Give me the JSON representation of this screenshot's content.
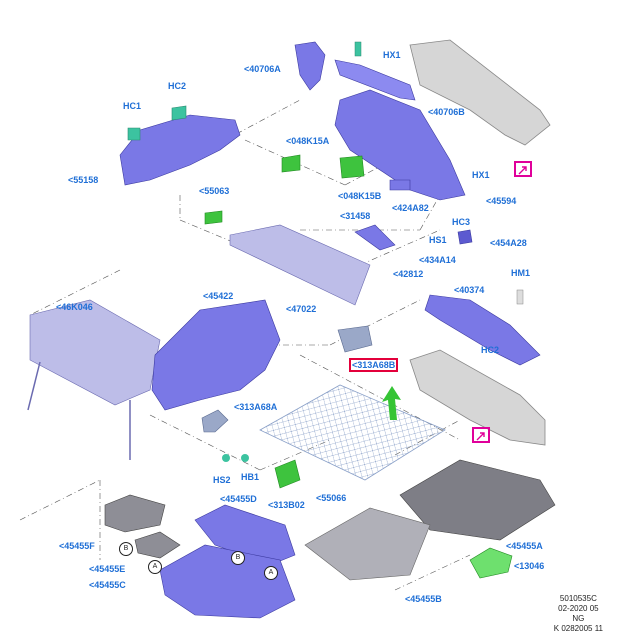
{
  "labels": {
    "l40706a": "<40706A",
    "hx1_top": "HX1",
    "l40706b": "<40706B",
    "hc2_top": "HC2",
    "hc1": "HC1",
    "l048k15a": "<048K15A",
    "l55158": "<55158",
    "l048k15b": "<048K15B",
    "hx1_right": "HX1",
    "l45594": "<45594",
    "l55063": "<55063",
    "l424a82": "<424A82",
    "l31458": "<31458",
    "hc3": "HC3",
    "hs1": "HS1",
    "l454a28": "<454A28",
    "l434a14": "<434A14",
    "l42812": "<42812",
    "hm1": "HM1",
    "l46k046": "<46K046",
    "l45422": "<45422",
    "l40374": "<40374",
    "l47022": "<47022",
    "hc2_right": "HC2",
    "l313a68b": "<313A68B",
    "l313a68a": "<313A68A",
    "hs2": "HS2",
    "hb1": "HB1",
    "l45455d": "<45455D",
    "l313b02": "<313B02",
    "l55066": "<55066",
    "l45455f": "<45455F",
    "l45455a": "<45455A",
    "l45455e": "<45455E",
    "l45455c": "<45455C",
    "l13046": "<13046",
    "l45455b": "<45455B"
  },
  "callouts": {
    "b1": "B",
    "a1": "A",
    "b2": "B",
    "a2": "A"
  },
  "footer": {
    "line1": "5010535C",
    "line2": "02-2020 05",
    "line3": "NG",
    "line4": "K 0282005 11"
  },
  "colors": {
    "label_blue": "#1f6fd6",
    "part_blue": "#7a78e6",
    "part_green": "#3ec33e",
    "highlight_red": "#e3003b",
    "marker_magenta": "#e0009a",
    "arrow_green": "#35c435"
  }
}
